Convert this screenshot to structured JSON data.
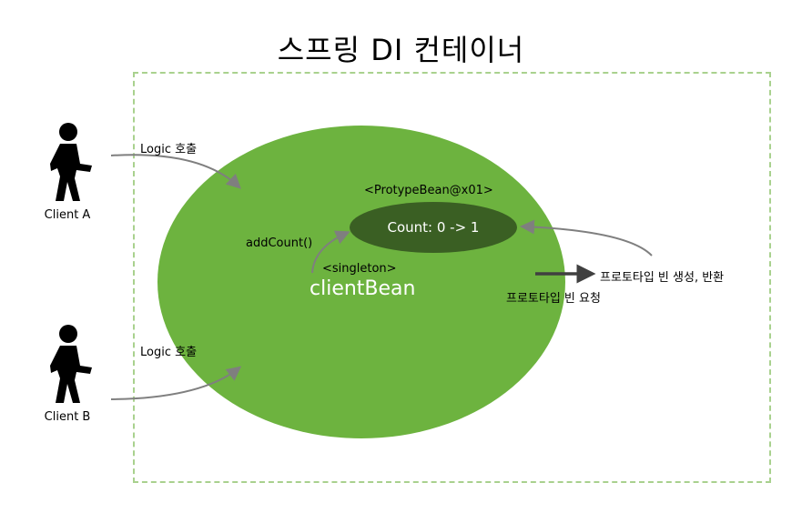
{
  "title": "스프링 DI 컨테이너",
  "clients": [
    {
      "label": "Client A",
      "call_label": "Logic 호출"
    },
    {
      "label": "Client B",
      "call_label": "Logic 호출"
    }
  ],
  "singleton": {
    "tag": "<singleton>",
    "name": "clientBean",
    "method_call": "addCount()"
  },
  "prototype": {
    "tag": "<ProtypeBean@x01>",
    "count_text": "Count: 0 -> 1"
  },
  "request_label": "프로토타입 빈 요청",
  "create_return_label": "프로토타입 빈 생성, 반환",
  "colors": {
    "container_border": "#a9d18e",
    "big_ellipse": "#6db33f",
    "inner_ellipse": "#3a5f23",
    "arrow": "#7f7f7f",
    "dark_arrow": "#404040"
  }
}
